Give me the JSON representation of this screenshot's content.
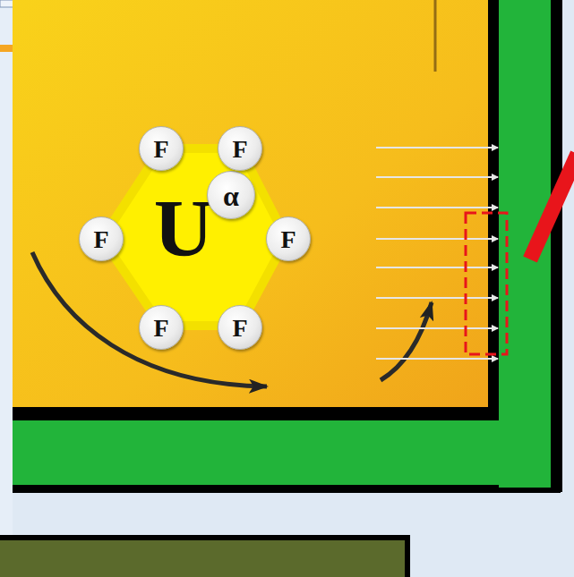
{
  "diagram": {
    "nodes": [
      {
        "text": [
          "U"
        ]
      },
      {
        "text": [
          "α"
        ],
        "in": 0
      },
      {
        "text": [
          "F"
        ]
      },
      {
        "text": [
          "F"
        ]
      },
      {
        "text": [
          "F"
        ]
      },
      {
        "text": [
          "F"
        ]
      },
      {
        "text": [
          "F"
        ]
      },
      {
        "text": [
          "F"
        ]
      }
    ]
  }
}
